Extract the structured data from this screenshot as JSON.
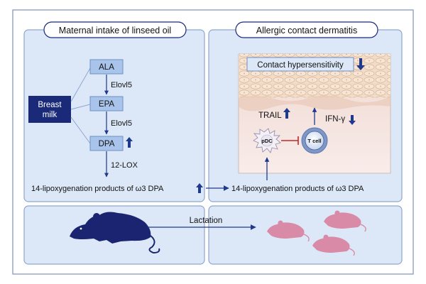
{
  "panels": {
    "left_title": "Maternal intake of linseed oil",
    "right_title": "Allergic contact dermatitis"
  },
  "pathway": {
    "ala": "ALA",
    "epa": "EPA",
    "dpa": "DPA",
    "enzyme1": "Elovl5",
    "enzyme2": "Elovl5",
    "enzyme3": "12-LOX",
    "breast_milk_line1": "Breast",
    "breast_milk_line2": "milk",
    "products_left": "14-lipoxygenation products of ω3 DPA",
    "products_right": "14-lipoxygenation products of ω3 DPA"
  },
  "skin": {
    "contact_hypersensitivity": "Contact hypersensitivity",
    "trail": "TRAIL",
    "ifn": "IFN-γ",
    "pdc": "pDC",
    "tcell": "T cell"
  },
  "bottom": {
    "lactation": "Lactation"
  },
  "colors": {
    "panel_bg": "#dce8f7",
    "panel_border": "#8ea6cf",
    "box_fill": "#a9c4ea",
    "navy": "#1a2a78",
    "arrow": "#1f3a8c",
    "mouse_dam": "#1a2470",
    "pups": "#d98aa6"
  }
}
